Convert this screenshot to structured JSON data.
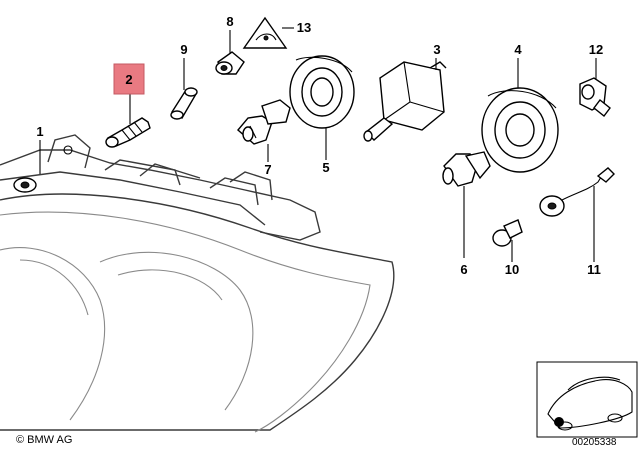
{
  "diagram": {
    "callouts": [
      {
        "label": "1"
      },
      {
        "label": "2",
        "highlighted": true
      },
      {
        "label": "3"
      },
      {
        "label": "4"
      },
      {
        "label": "5"
      },
      {
        "label": "6"
      },
      {
        "label": "7"
      },
      {
        "label": "8"
      },
      {
        "label": "9"
      },
      {
        "label": "10"
      },
      {
        "label": "11"
      },
      {
        "label": "12"
      },
      {
        "label": "13"
      }
    ],
    "highlight_color": "#e97a82",
    "copyright": "© BMW AG",
    "reference_number": "00205338"
  }
}
